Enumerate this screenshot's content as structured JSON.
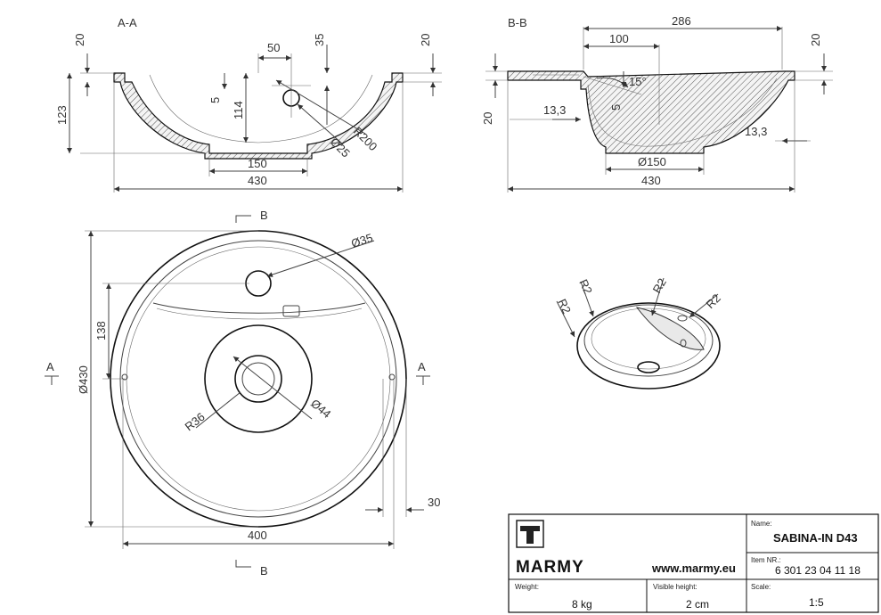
{
  "sections": {
    "aa": {
      "label": "A-A",
      "dims": {
        "rim": "20",
        "depth": "123",
        "hole_offset": "50",
        "hole_drop": "35",
        "rim_right": "20",
        "inner": "5",
        "basin_depth": "114",
        "radius": "R200",
        "hole_dia": "Ø25",
        "drain": "150",
        "width": "430"
      }
    },
    "bb": {
      "label": "B-B",
      "dims": {
        "total": "286",
        "shelf": "100",
        "rim": "20",
        "angle": "15°",
        "inner": "5",
        "lip": "20",
        "wall_left": "13,3",
        "wall_right": "13,3",
        "drain": "Ø150",
        "width": "430"
      }
    }
  },
  "plan": {
    "cut_top": "B",
    "cut_bottom": "B",
    "cut_left": "A",
    "cut_right": "A",
    "dims": {
      "tap_hole": "Ø35",
      "tap_offset": "138",
      "outer_dia": "Ø430",
      "drain_r": "R36",
      "drain_dia": "Ø44",
      "rim": "30",
      "inner_width": "400"
    }
  },
  "iso": {
    "r_left": "R2",
    "r_top_left": "R2",
    "r_top": "R2",
    "r_right": "R2"
  },
  "title_block": {
    "brand": "MARMY",
    "website": "www.marmy.eu",
    "name_label": "Name:",
    "name_value": "SABINA-IN D43",
    "item_label": "Item NR.:",
    "item_value": "6 301 23 04 11 18",
    "weight_label": "Weight:",
    "weight_value": "8 kg",
    "visible_label": "Visible height:",
    "visible_value": "2 cm",
    "scale_label": "Scale:",
    "scale_value": "1:5"
  }
}
